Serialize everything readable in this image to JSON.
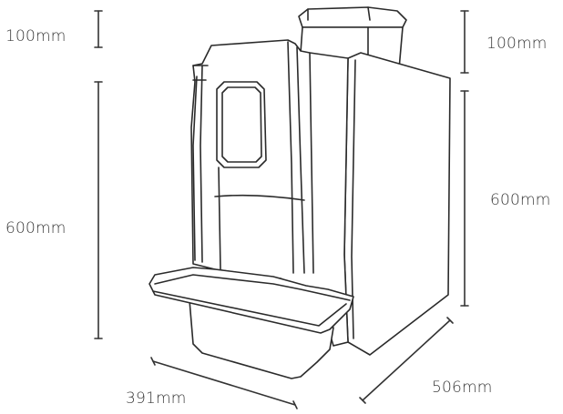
{
  "labels": {
    "left_top_height": "100mm",
    "left_body_height": "600mm",
    "right_top_height": "100mm",
    "right_body_height": "600mm",
    "width": "391mm",
    "depth": "506mm"
  },
  "colors": {
    "line": "#2b2b2b",
    "text": "#3a3a3a",
    "background": "#ffffff"
  }
}
